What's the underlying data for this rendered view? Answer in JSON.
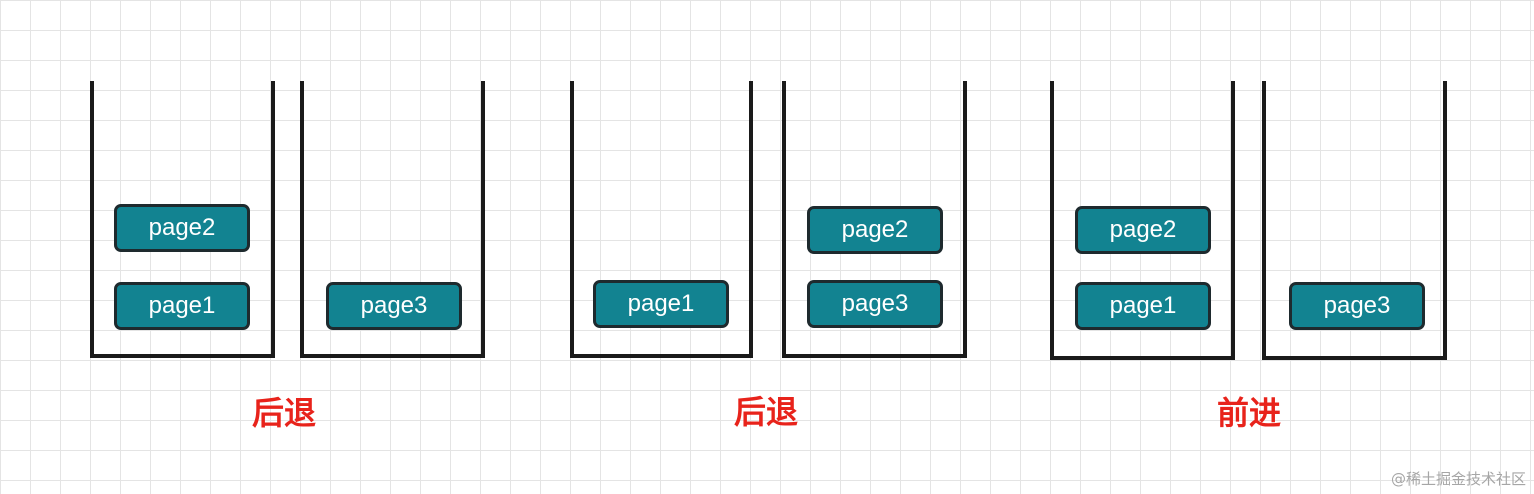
{
  "diagram": {
    "groups": [
      {
        "action": "后退",
        "left_stack": [
          "page1",
          "page2"
        ],
        "right_stack": [
          "page3"
        ]
      },
      {
        "action": "后退",
        "left_stack": [
          "page1"
        ],
        "right_stack": [
          "page3",
          "page2"
        ]
      },
      {
        "action": "前进",
        "left_stack": [
          "page1",
          "page2"
        ],
        "right_stack": [
          "page3"
        ]
      }
    ]
  },
  "watermark": "@稀土掘金技术社区",
  "colors": {
    "page_fill": "#128391",
    "page_border": "#1e2a2e",
    "action_text": "#e8231b",
    "stack_line": "#1a1a1a",
    "grid": "#e4e4e4"
  }
}
